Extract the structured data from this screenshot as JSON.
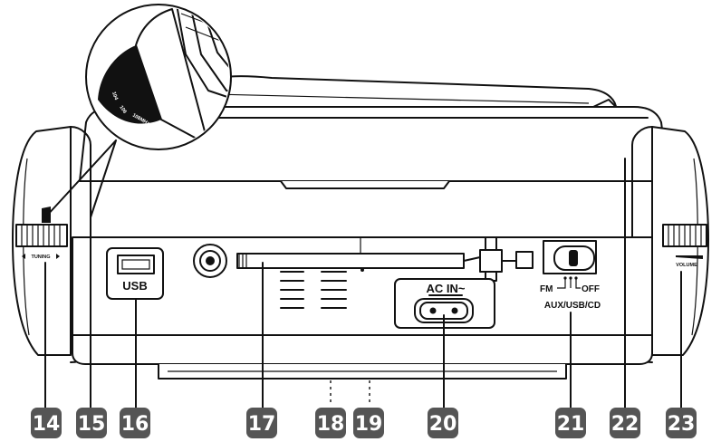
{
  "device": {
    "usb_port_label": "USB",
    "ac_input_label": "AC IN~",
    "mode_switch": {
      "positions": [
        "FM",
        "OFF"
      ],
      "caption": "AUX/USB/CD"
    },
    "tuning_label": "TUNING",
    "volume_label": "VOLUME",
    "dial_marks": [
      "104",
      "106",
      "108MHz"
    ]
  },
  "callouts": [
    {
      "number": "14",
      "part": "tuning-knob"
    },
    {
      "number": "15",
      "part": "tuning-dial-detail"
    },
    {
      "number": "16",
      "part": "usb-port"
    },
    {
      "number": "17",
      "part": "telescopic-antenna"
    },
    {
      "number": "18",
      "part": "bottom-feature"
    },
    {
      "number": "19",
      "part": "bottom-feature"
    },
    {
      "number": "20",
      "part": "ac-power-input"
    },
    {
      "number": "21",
      "part": "mode-switch"
    },
    {
      "number": "22",
      "part": "cd-lid"
    },
    {
      "number": "23",
      "part": "volume-knob"
    }
  ],
  "colors": {
    "badge": "#555555",
    "line": "#111111"
  }
}
